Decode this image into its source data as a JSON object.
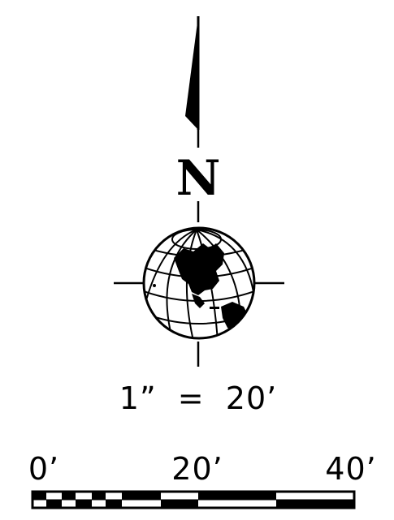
{
  "north_arrow": {
    "letter": "N"
  },
  "scale": {
    "ratio_text": "1”  =  20’",
    "labels": [
      "0’",
      "20’",
      "40’"
    ]
  },
  "colors": {
    "ink": "#000000",
    "paper": "#ffffff"
  },
  "icons": {
    "globe": "globe-western-hemisphere-icon",
    "arrow": "north-arrow-icon"
  }
}
